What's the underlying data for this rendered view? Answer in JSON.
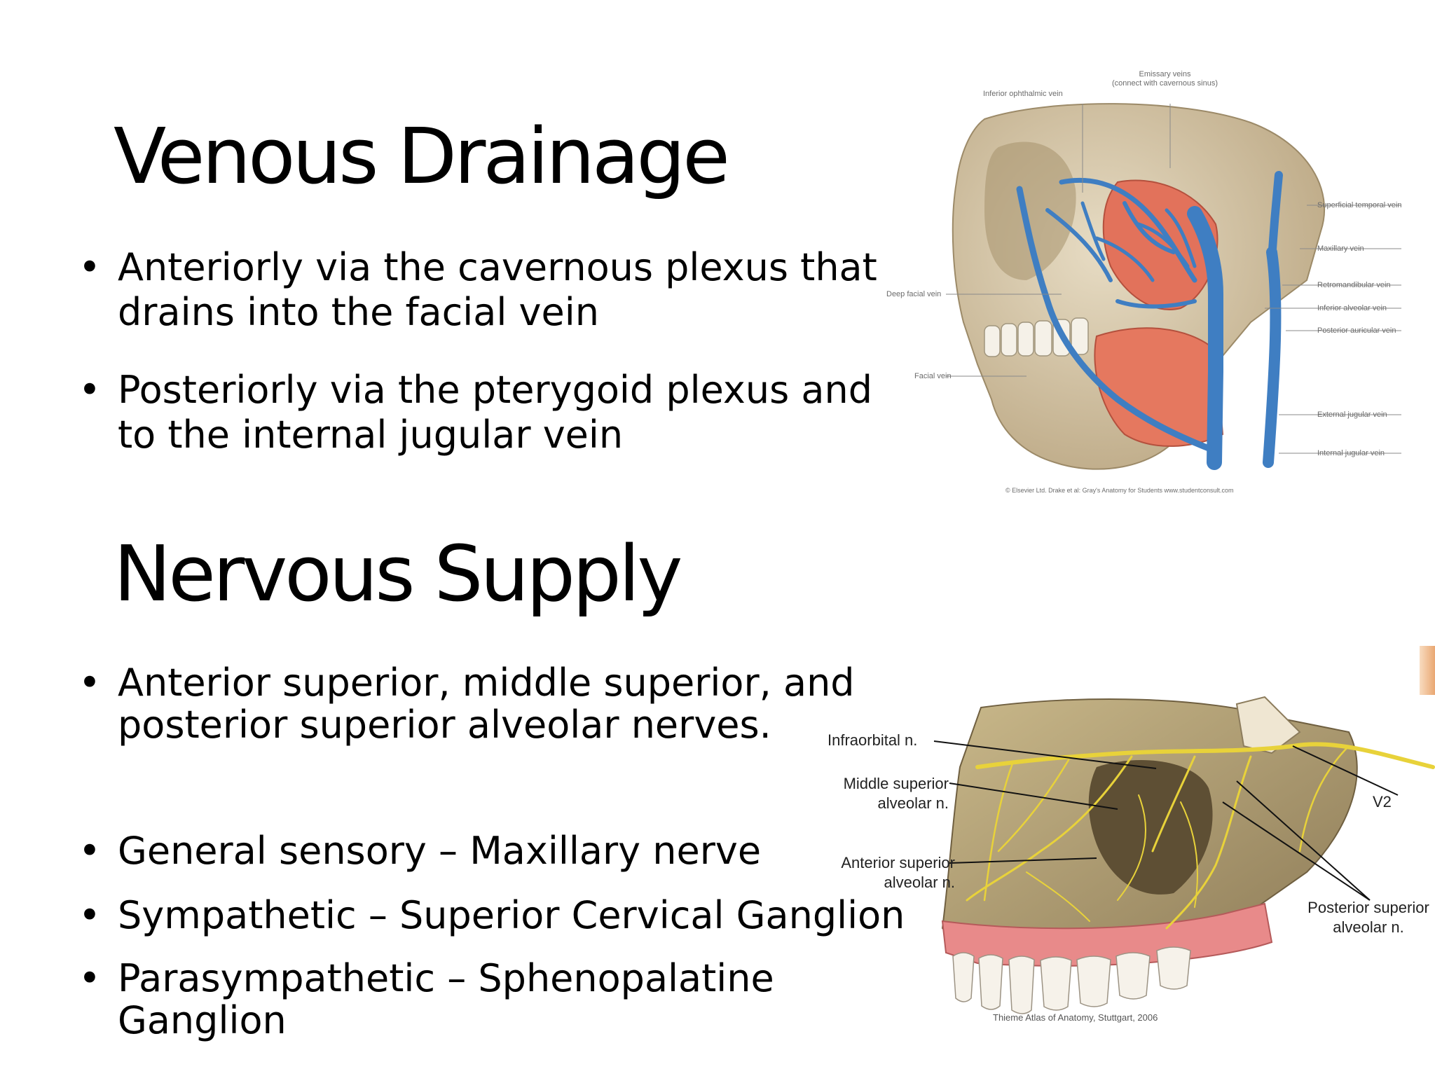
{
  "venous": {
    "title": "Venous Drainage",
    "bullets": [
      [
        "Anteriorly via the cavernous plexus that",
        "drains into the facial vein"
      ],
      [
        "Posteriorly via the pterygoid plexus and",
        "to the internal jugular vein"
      ]
    ],
    "figure": {
      "labels": {
        "emissary": [
          "Emissary veins",
          "(connect with cavernous sinus)"
        ],
        "inferior_ophthalmic": "Inferior ophthalmic vein",
        "superficial_temporal": "Superficial temporal vein",
        "maxillary": "Maxillary vein",
        "retromandibular": "Retromandibular vein",
        "inferior_alveolar": "Inferior alveolar vein",
        "posterior_auricular": "Posterior auricular vein",
        "deep_facial": "Deep facial vein",
        "facial": "Facial vein",
        "external_jugular": "External jugular vein",
        "internal_jugular": "Internal jugular vein"
      },
      "credit": "© Elsevier Ltd. Drake et al: Gray's Anatomy for Students www.studentconsult.com",
      "colors": {
        "vein": "#3f7ec2",
        "muscle": "#e2725b",
        "bone": "#d7c8a8"
      }
    }
  },
  "nervous": {
    "title": "Nervous Supply",
    "bullets": [
      [
        "Anterior superior, middle superior, and",
        "posterior superior alveolar nerves."
      ]
    ],
    "bullets2": [
      [
        "General sensory – Maxillary nerve"
      ],
      [
        "Sympathetic – Superior Cervical Ganglion"
      ],
      [
        "Parasympathetic – Sphenopalatine",
        "Ganglion"
      ]
    ],
    "figure": {
      "labels": {
        "infraorbital": "Infraorbital n.",
        "middle_superior": [
          "Middle superior",
          "alveolar n."
        ],
        "anterior_superior": [
          "Anterior superior",
          "alveolar n."
        ],
        "posterior_superior": [
          "Posterior superior",
          "alveolar n."
        ],
        "v2": "V2"
      },
      "credit": "Thieme Atlas of Anatomy, Stuttgart, 2006",
      "colors": {
        "nerve": "#e8d23a",
        "bone": "#b8a57a",
        "gum": "#e88a8a"
      }
    }
  }
}
